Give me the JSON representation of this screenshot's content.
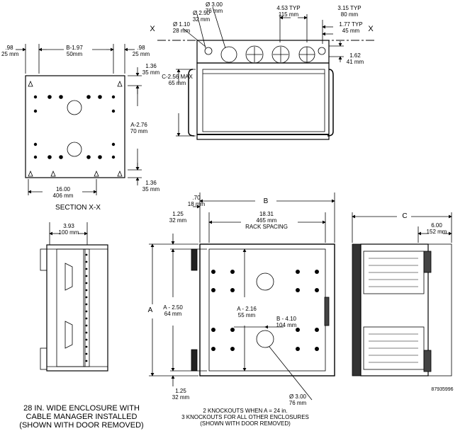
{
  "title_labels": {
    "section_xx": "SECTION X-X",
    "wide_note_1": "28 IN. WIDE ENCLOSURE WITH",
    "wide_note_2": "CABLE MANAGER INSTALLED",
    "wide_note_3": "(SHOWN WITH DOOR REMOVED)",
    "knock_note_1": "2 KNOCKOUTS WHEN A = 24 in.",
    "knock_note_2": "3 KNOCKOUTS FOR ALL OTHER ENCLOSURES",
    "knock_note_3": "(SHOWN WITH DOOR REMOVED)",
    "part_no": "87935996",
    "x_mark": "X"
  },
  "dims": {
    "d098_in": ".98",
    "d098_mm": "25 mm",
    "d098b_in": ".98",
    "d098b_mm": "25 mm",
    "b197_in": "B-1.97",
    "b197_mm": "50mm",
    "d136a_in": "1.36",
    "d136a_mm": "35 mm",
    "c256_in": "C-2.56 MAX",
    "c256_mm": "65 mm",
    "a276_in": "A-2.76",
    "a276_mm": "70 mm",
    "d136b_in": "1.36",
    "d136b_mm": "35 mm",
    "d1600_in": "16.00",
    "d1600_mm": "406 mm",
    "d300a_in": "Ø 3.00",
    "d300a_mm": "76 mm",
    "d250_in": "Ø 2.50",
    "d250_mm": "32 mm",
    "d110_in": "Ø 1.10",
    "d110_mm": "28 mm",
    "d453_in": "4.53 TYP",
    "d453_mm": "115 mm",
    "d315_in": "3.15 TYP",
    "d315_mm": "80 mm",
    "d177_in": "1.77 TYP",
    "d177_mm": "45 mm",
    "d162_in": "1.62",
    "d162_mm": "41 mm",
    "b_label": "B",
    "c_label": "C",
    "a_label": "A",
    "d070_in": ".70",
    "d070_mm": "18 mm",
    "d125a_in": "1.25",
    "d125a_mm": "32 mm",
    "d1831_in": "18.31",
    "d1831_mm": "465 mm",
    "d1831_note": "RACK SPACING",
    "a250_in": "A - 2.50",
    "a250_mm": "64 mm",
    "a216_in": "A - 2.16",
    "a216_mm": "55 mm",
    "b410_in": "B - 4.10",
    "b410_mm": "104 mm",
    "d125b_in": "1.25",
    "d125b_mm": "32 mm",
    "d300b_in": "Ø 3.00",
    "d300b_mm": "76 mm",
    "d393_in": "3.93",
    "d393_mm": "100 mm",
    "d600_in": "6.00",
    "d600_mm": "152 mm"
  }
}
